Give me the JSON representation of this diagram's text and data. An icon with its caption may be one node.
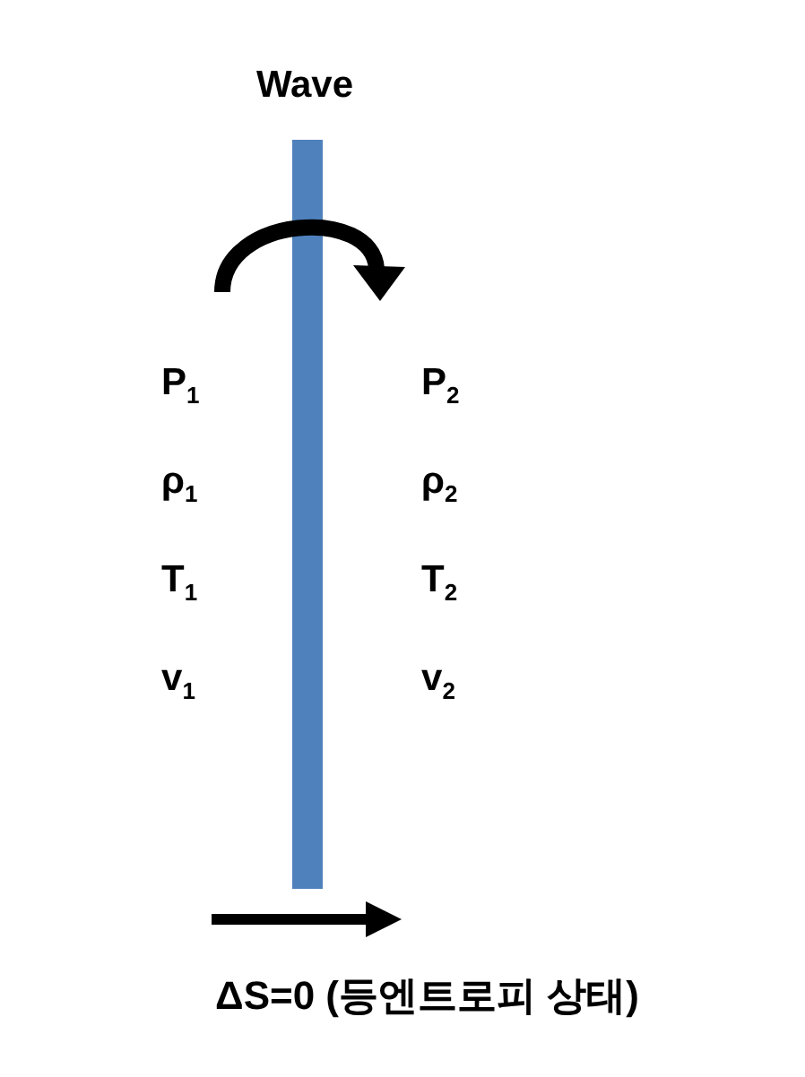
{
  "diagram": {
    "caption": "ΔS=0 (등엔트로피 상태)",
    "nodes": [
      {
        "text": [
          "Wave"
        ]
      }
    ],
    "labels": [
      "P$_{1}$",
      "P$_{2}$",
      "ρ$_{1}$",
      "ρ$_{2}$",
      "T$_{1}$",
      "T$_{2}$",
      "v$_{1}$",
      "v$_{2}$"
    ]
  }
}
